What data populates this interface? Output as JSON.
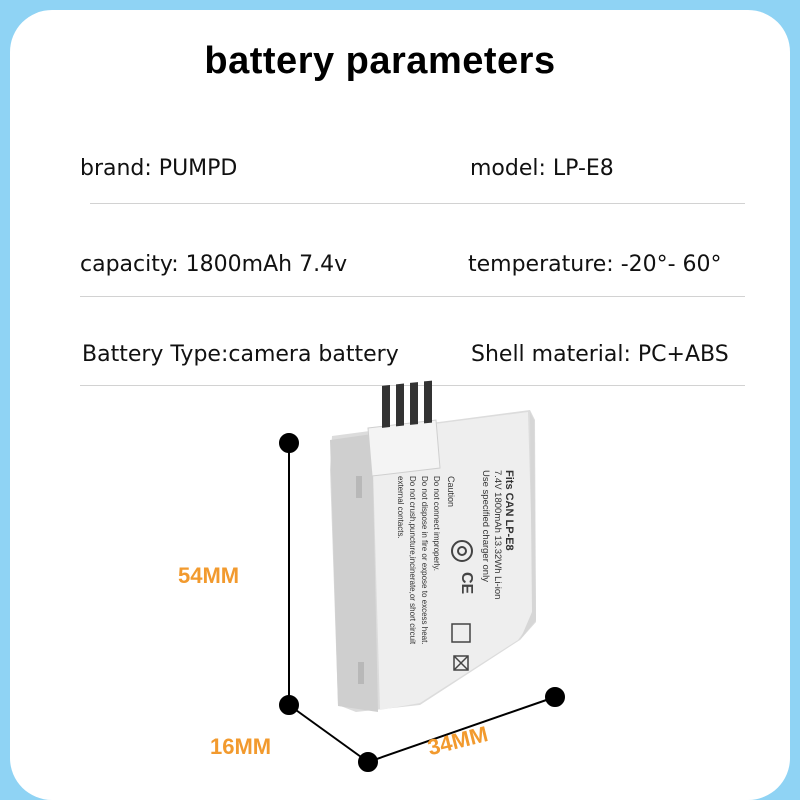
{
  "title": "battery parameters",
  "specs": {
    "brand": "brand:  PUMPD",
    "model": "model: LP-E8",
    "capacity": "capacity: 1800mAh 7.4v",
    "temperature": "temperature: -20°- 60°",
    "battery_type": "Battery Type:camera battery",
    "shell_material": "Shell material: PC+ABS"
  },
  "dimensions": {
    "height": "54MM",
    "depth": "16MM",
    "width": "34MM"
  },
  "battery_label": {
    "fits": "Fits CAN LP-E8",
    "rating": "7.4V  1800mAh 13.32Wh Li-ion",
    "charger": "Use specified charger only",
    "caution": "Caution",
    "warn1": "Do not connect improperly.",
    "warn2": "Do not dispose in fire or expose to excess heat.",
    "warn3": "Do not crush,puncture,incinerate,or short circuit",
    "warn4": "external contacts."
  },
  "colors": {
    "background": "#8fd3f4",
    "dimension_label": "#f29a2e"
  },
  "icons": [
    "ce-mark",
    "recycle-mark",
    "weee-bin-mark"
  ]
}
